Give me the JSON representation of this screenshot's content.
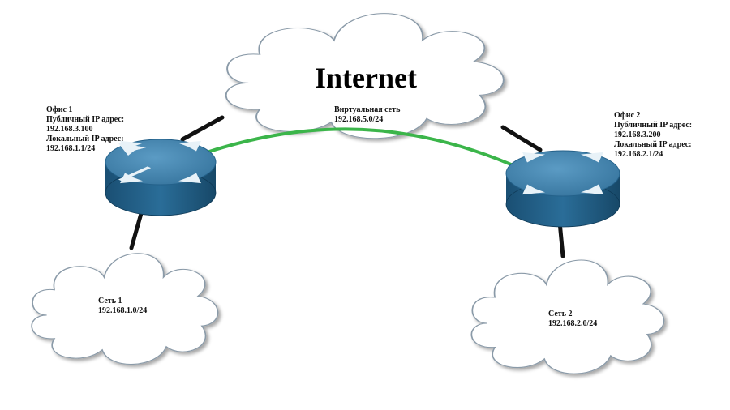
{
  "internet": {
    "title": "Internet"
  },
  "vpn": {
    "label": "Виртуальная сеть",
    "subnet": "192.168.5.0/24",
    "link_color": "#3bb54a"
  },
  "office1": {
    "name": "Офис 1",
    "public_label": "Публичный IP адрес:",
    "public_ip": "192.168.3.100",
    "local_label": "Локальный IP адрес:",
    "local_ip": "192.168.1.1/24"
  },
  "office2": {
    "name": "Офис 2",
    "public_label": "Публичный IP адрес:",
    "public_ip": "192.168.3.200",
    "local_label": "Локальный IP адрес:",
    "local_ip": "192.168.2.1/24"
  },
  "network1": {
    "name": "Сеть 1",
    "subnet": "192.168.1.0/24"
  },
  "network2": {
    "name": "Сеть 2",
    "subnet": "192.168.2.0/24"
  },
  "colors": {
    "router_top": "#3f7fa8",
    "router_side": "#1f5d86",
    "cloud_fill": "#ffffff",
    "cloud_stroke": "#8a9aa8",
    "cable": "#111111"
  },
  "icons": {
    "router": "router-icon",
    "cloud": "cloud-icon"
  }
}
